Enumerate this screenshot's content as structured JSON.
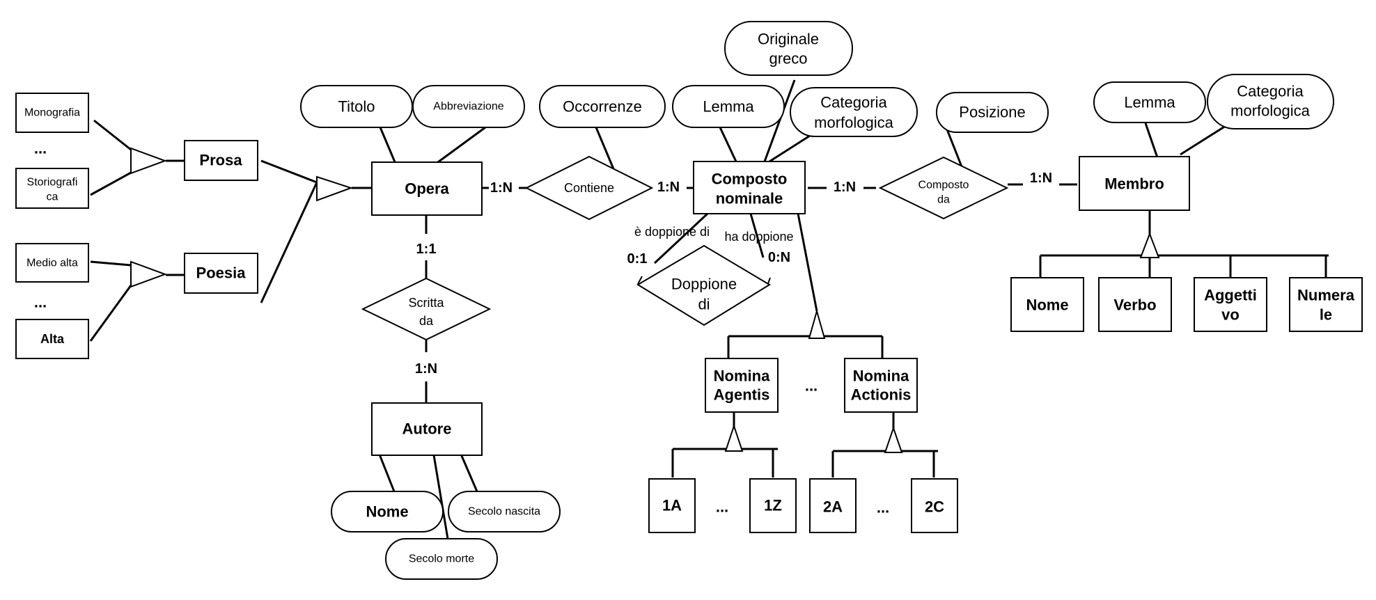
{
  "entities": {
    "monografia": "Monografia",
    "storiografica_1": "Storiografi",
    "storiografica_2": "ca",
    "medio_alta": "Medio alta",
    "alta": "Alta",
    "prosa": "Prosa",
    "poesia": "Poesia",
    "opera": "Opera",
    "autore": "Autore",
    "composto_1": "Composto",
    "composto_2": "nominale",
    "nomina_agentis_1": "Nomina",
    "nomina_agentis_2": "Agentis",
    "nomina_actionis_1": "Nomina",
    "nomina_actionis_2": "Actionis",
    "sub_1a": "1A",
    "sub_1z": "1Z",
    "sub_2a": "2A",
    "sub_2c": "2C",
    "membro": "Membro",
    "nome": "Nome",
    "verbo": "Verbo",
    "aggettivo_1": "Aggetti",
    "aggettivo_2": "vo",
    "numerale_1": "Numera",
    "numerale_2": "le"
  },
  "attributes": {
    "titolo": "Titolo",
    "abbreviazione": "Abbreviazione",
    "occorrenze": "Occorrenze",
    "lemma_composto": "Lemma",
    "originale_greco_1": "Originale",
    "originale_greco_2": "greco",
    "categoria_composto_1": "Categoria",
    "categoria_composto_2": "morfologica",
    "posizione": "Posizione",
    "lemma_membro": "Lemma",
    "categoria_membro_1": "Categoria",
    "categoria_membro_2": "morfologica",
    "nome_autore": "Nome",
    "secolo_nascita": "Secolo nascita",
    "secolo_morte": "Secolo morte"
  },
  "relationships": {
    "contiene": "Contiene",
    "scritta_da_1": "Scritta",
    "scritta_da_2": "da",
    "composto_da_1": "Composto",
    "composto_da_2": "da",
    "doppione_di_1": "Doppione",
    "doppione_di_2": "di"
  },
  "role_labels": {
    "e_doppione_di": "è doppione di",
    "ha_doppione": "ha doppione"
  },
  "cardinalities": {
    "opera_contiene": "1:N",
    "contiene_composto": "1:N",
    "opera_scritta": "1:1",
    "scritta_autore": "1:N",
    "composto_compostoda": "1:N",
    "compostoda_membro": "1:N",
    "doppione_left": "0:1",
    "doppione_right": "0:N"
  },
  "ellipses": {
    "left_top": "...",
    "left_bottom": "...",
    "nomina": "...",
    "sub_1": "...",
    "sub_2": "..."
  }
}
